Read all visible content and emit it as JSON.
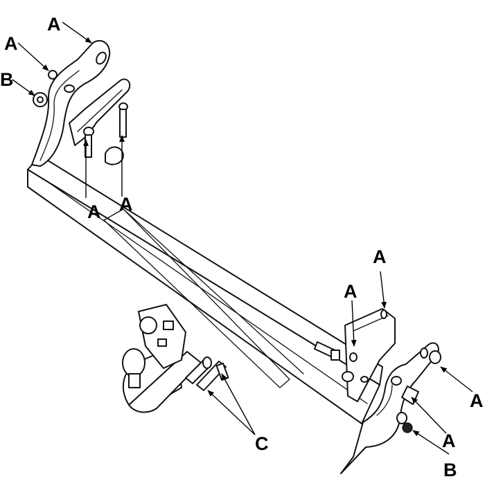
{
  "diagram": {
    "callouts": {
      "a1": "A",
      "a2": "A",
      "b1": "B",
      "a3": "A",
      "a4": "A",
      "a5": "A",
      "a6": "A",
      "a7": "A",
      "a8": "A",
      "b2": "B",
      "c1": "C"
    }
  }
}
